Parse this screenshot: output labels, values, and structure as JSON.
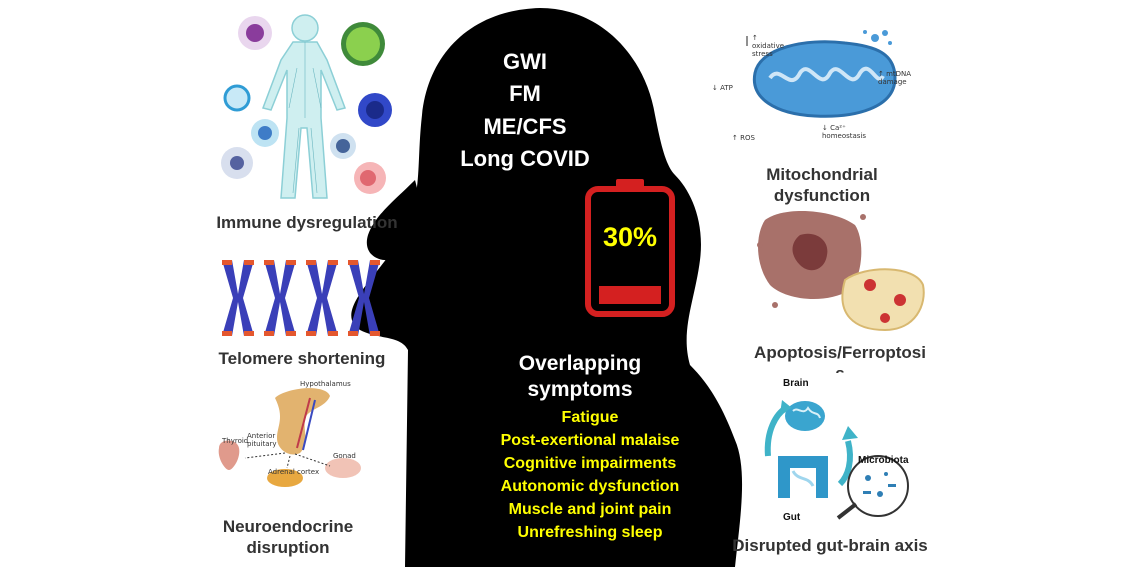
{
  "center": {
    "conditions": [
      "GWI",
      "FM",
      "ME/CFS",
      "Long COVID"
    ],
    "battery_percent": "30%",
    "symptoms_title_line1": "Overlapping",
    "symptoms_title_line2": "symptoms",
    "symptoms": [
      "Fatigue",
      "Post-exertional malaise",
      "Cognitive impairments",
      "Autonomic dysfunction",
      "Muscle and joint pain",
      "Unrefreshing sleep"
    ]
  },
  "left": {
    "immune": "Immune dysregulation",
    "telomere": "Telomere shortening",
    "neuro_line1": "Neuroendocrine",
    "neuro_line2": "disruption",
    "hypothalamus": "Hypothalamus",
    "anterior_pituitary": "Anterior pituitary",
    "thyroid": "Thyroid",
    "adrenal": "Adrenal cortex",
    "gonad": "Gonad"
  },
  "right": {
    "mito_line1": "Mitochondrial",
    "mito_line2": "dysfunction",
    "oxidative": "oxidative stress",
    "atp": "ATP",
    "mtdna": "mtDNA damage",
    "ros": "ROS",
    "calcium": "Ca²⁺ homeostasis",
    "apoptosis_line1": "Apoptosis/Ferroptosi",
    "apoptosis_line2": "s",
    "brain": "Brain",
    "gut": "Gut",
    "microbiota": "Microbiota",
    "gutbrain": "Disrupted gut-brain axis"
  },
  "colors": {
    "silhouette": "#000000",
    "battery": "#d42020",
    "symptom_text": "#ffff00",
    "label_text": "#333333",
    "mito": "#4a9ad8",
    "gutbrain_arrow": "#3fb3c8"
  }
}
